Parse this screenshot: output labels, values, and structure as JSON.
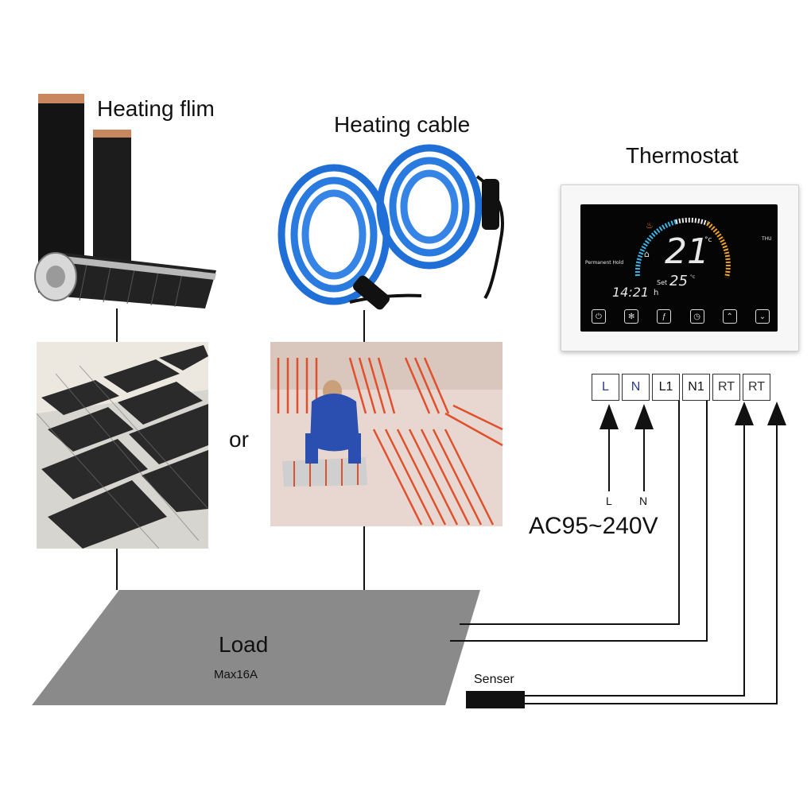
{
  "captions": {
    "heating_film": "Heating flim",
    "heating_cable": "Heating cable",
    "thermostat": "Thermostat",
    "or": "or",
    "load": "Load",
    "load_max": "Max16A",
    "sensor": "Senser",
    "voltage": "AC95~240V",
    "wire_l": "L",
    "wire_n": "N"
  },
  "thermostat_screen": {
    "mode": "Permanent Hold",
    "day": "THU",
    "temp": "21",
    "unit": "°c",
    "set_label": "Set",
    "set_temp": "25",
    "set_unit": "°c",
    "time": "14:21",
    "time_suffix": "h",
    "buttons": [
      "power-icon",
      "fan-icon",
      "function-icon",
      "clock-icon",
      "up-icon",
      "down-icon"
    ]
  },
  "terminals": [
    {
      "label": "L",
      "color": "#2b3a8c"
    },
    {
      "label": "N",
      "color": "#2b3a8c"
    },
    {
      "label": "L1",
      "color": "#111111"
    },
    {
      "label": "N1",
      "color": "#111111"
    },
    {
      "label": "RT",
      "color": "#333333"
    },
    {
      "label": "RT",
      "color": "#333333"
    }
  ],
  "colors": {
    "cable": "#1f6fd6",
    "load": "#8a8a8a",
    "wire": "#111111",
    "film": "#1a1a1a",
    "heating_wire": "#e0502c"
  }
}
